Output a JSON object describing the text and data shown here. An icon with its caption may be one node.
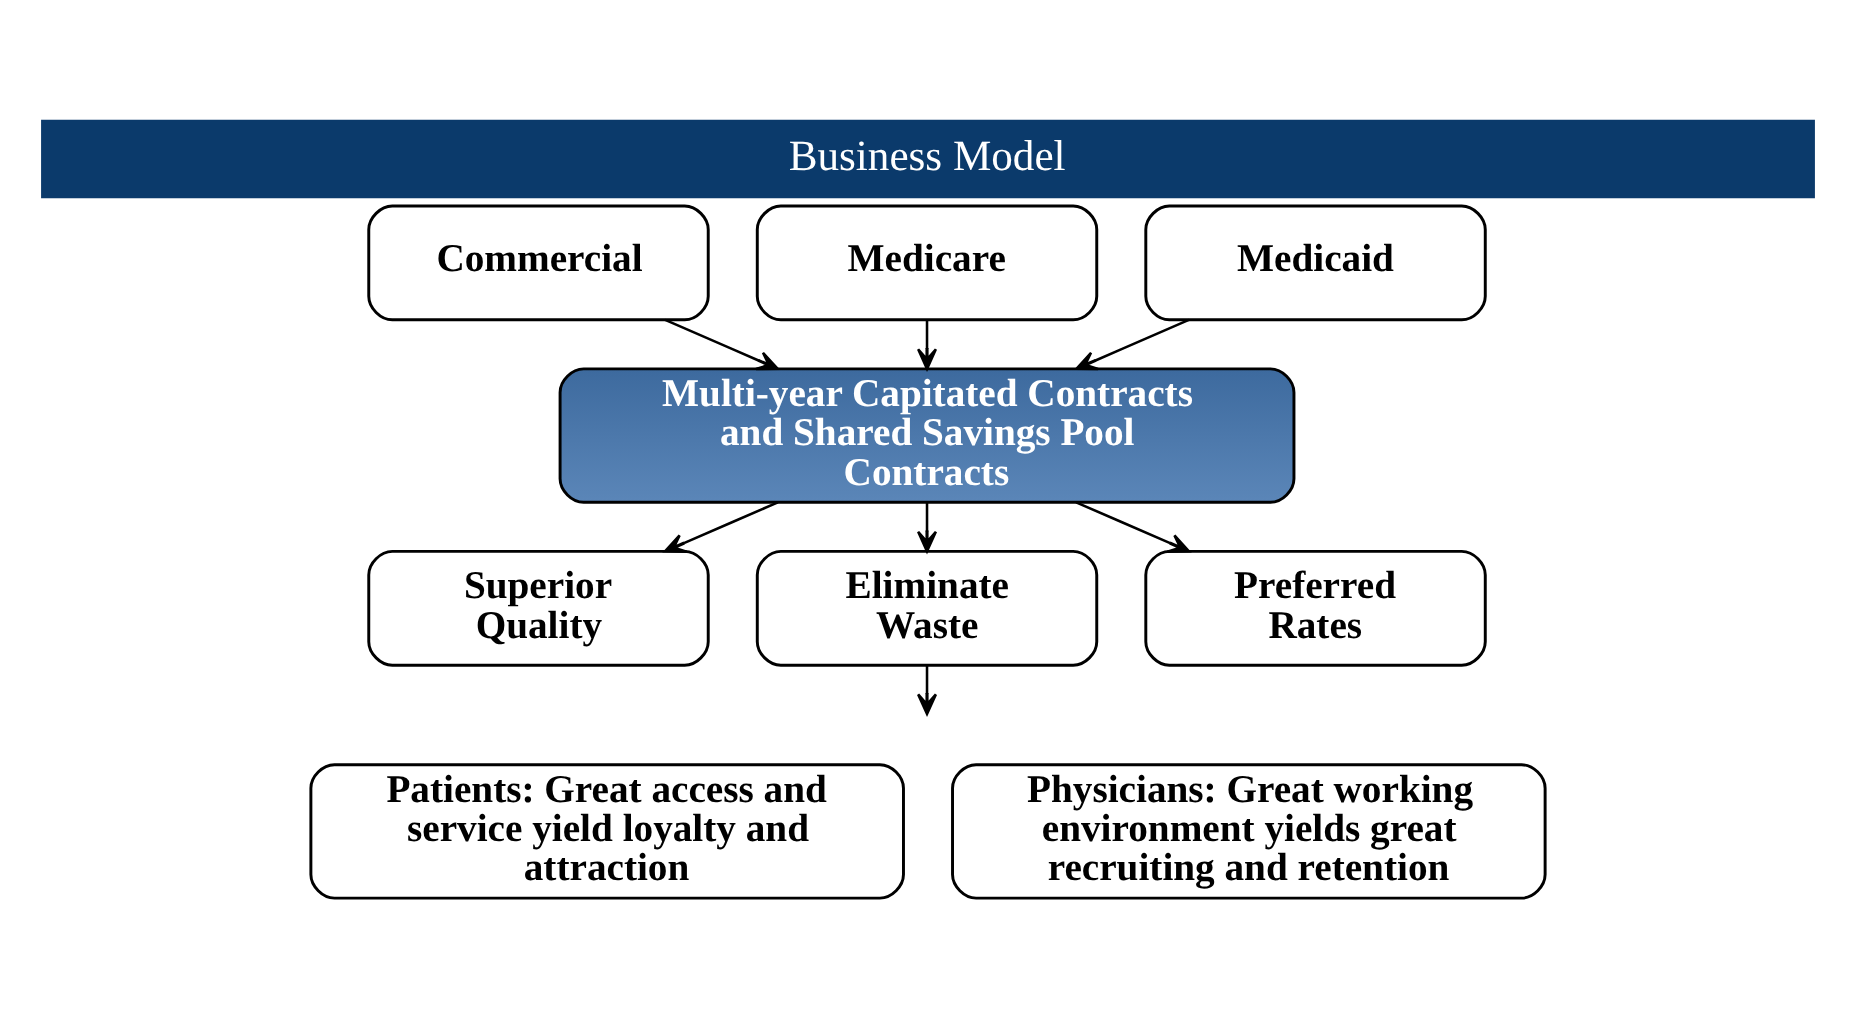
{
  "diagram": {
    "title": "Business Model",
    "nodes": [
      {
        "text": [
          "Commercial"
        ]
      },
      {
        "text": [
          "Medicare"
        ]
      },
      {
        "text": [
          "Medicaid"
        ]
      },
      {
        "text": [
          "Multi-year Capitated Contracts and Shared Savings Pool Contracts"
        ]
      },
      {
        "text": [
          "Superior Quality"
        ]
      },
      {
        "text": [
          "Eliminate Waste"
        ]
      },
      {
        "text": [
          "Preferred Rates"
        ]
      },
      {
        "text": [
          "Patients: Great access and service yield loyalty and attraction"
        ]
      },
      {
        "text": [
          "Physicians: Great working environment yields great recruiting and retention"
        ]
      }
    ],
    "edges": [
      {
        "from": 0,
        "to": 3,
        "arrow": "to"
      },
      {
        "from": 1,
        "to": 3,
        "arrow": "to"
      },
      {
        "from": 2,
        "to": 3,
        "arrow": "to"
      },
      {
        "from": 3,
        "to": 4,
        "arrow": "to"
      },
      {
        "from": 3,
        "to": 5,
        "arrow": "to"
      },
      {
        "from": 3,
        "to": 6,
        "arrow": "to"
      },
      {
        "from": 5,
        "to": null,
        "arrow": "to"
      }
    ]
  }
}
